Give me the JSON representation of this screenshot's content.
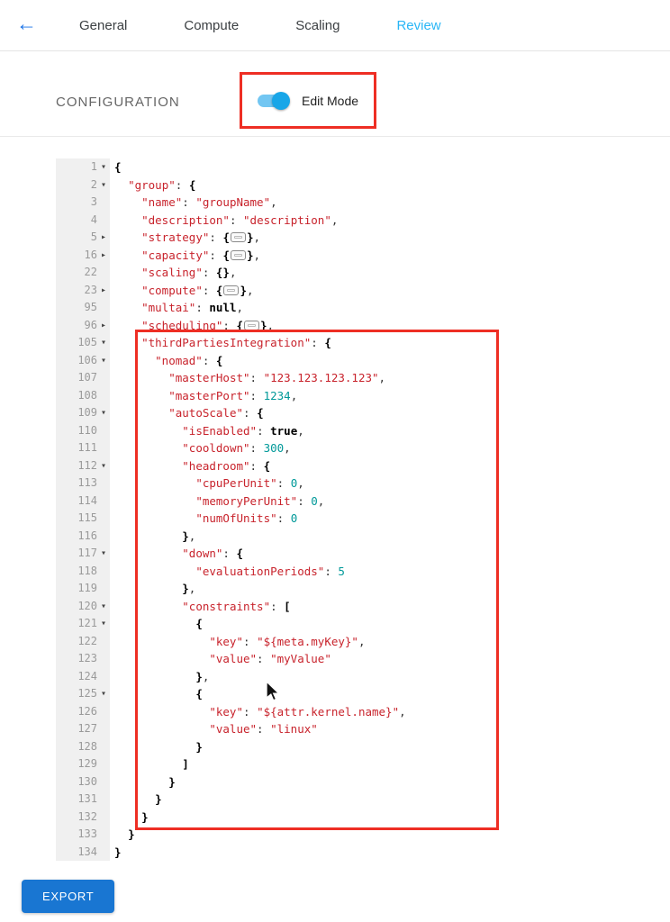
{
  "icons": {
    "back": "←",
    "fold_open": "▾",
    "fold_closed": "▸"
  },
  "nav": {
    "tabs": [
      {
        "label": "General",
        "active": false
      },
      {
        "label": "Compute",
        "active": false
      },
      {
        "label": "Scaling",
        "active": false
      },
      {
        "label": "Review",
        "active": true
      }
    ]
  },
  "config": {
    "title": "CONFIGURATION",
    "edit_mode_label": "Edit Mode",
    "edit_mode_state": "on"
  },
  "export_button": {
    "label": "EXPORT"
  },
  "colors": {
    "tab_active": "#29b6f6",
    "accent_blue": "#1a73e8",
    "syntax_string": "#c8232c",
    "syntax_number": "#009999",
    "annotation_red": "#ee2e24",
    "button_blue": "#1976d2",
    "gutter_bg": "#f0f0f0"
  },
  "editor": {
    "rows": [
      {
        "n": "1",
        "f": "o",
        "t": [
          [
            "b",
            "{"
          ]
        ]
      },
      {
        "n": "2",
        "f": "o",
        "t": [
          [
            "i",
            "  "
          ],
          [
            "k",
            "\"group\""
          ],
          [
            "c",
            ": "
          ],
          [
            "b",
            "{"
          ]
        ]
      },
      {
        "n": "3",
        "f": "",
        "t": [
          [
            "i",
            "    "
          ],
          [
            "k",
            "\"name\""
          ],
          [
            "c",
            ": "
          ],
          [
            "s",
            "\"groupName\""
          ],
          [
            "c",
            ","
          ]
        ]
      },
      {
        "n": "4",
        "f": "",
        "t": [
          [
            "i",
            "    "
          ],
          [
            "k",
            "\"description\""
          ],
          [
            "c",
            ": "
          ],
          [
            "s",
            "\"description\""
          ],
          [
            "c",
            ","
          ]
        ]
      },
      {
        "n": "5",
        "f": "c",
        "t": [
          [
            "i",
            "    "
          ],
          [
            "k",
            "\"strategy\""
          ],
          [
            "c",
            ": "
          ],
          [
            "b",
            "{"
          ],
          [
            "w",
            ""
          ],
          [
            "b",
            "}"
          ],
          [
            "c",
            ","
          ]
        ]
      },
      {
        "n": "16",
        "f": "c",
        "t": [
          [
            "i",
            "    "
          ],
          [
            "k",
            "\"capacity\""
          ],
          [
            "c",
            ": "
          ],
          [
            "b",
            "{"
          ],
          [
            "w",
            ""
          ],
          [
            "b",
            "}"
          ],
          [
            "c",
            ","
          ]
        ]
      },
      {
        "n": "22",
        "f": "",
        "t": [
          [
            "i",
            "    "
          ],
          [
            "k",
            "\"scaling\""
          ],
          [
            "c",
            ": "
          ],
          [
            "b",
            "{}"
          ],
          [
            "c",
            ","
          ]
        ]
      },
      {
        "n": "23",
        "f": "c",
        "t": [
          [
            "i",
            "    "
          ],
          [
            "k",
            "\"compute\""
          ],
          [
            "c",
            ": "
          ],
          [
            "b",
            "{"
          ],
          [
            "w",
            ""
          ],
          [
            "b",
            "}"
          ],
          [
            "c",
            ","
          ]
        ]
      },
      {
        "n": "95",
        "f": "",
        "t": [
          [
            "i",
            "    "
          ],
          [
            "k",
            "\"multai\""
          ],
          [
            "c",
            ": "
          ],
          [
            "v",
            "null"
          ],
          [
            "c",
            ","
          ]
        ]
      },
      {
        "n": "96",
        "f": "c",
        "t": [
          [
            "i",
            "    "
          ],
          [
            "k",
            "\"scheduling\""
          ],
          [
            "c",
            ": "
          ],
          [
            "b",
            "{"
          ],
          [
            "w",
            ""
          ],
          [
            "b",
            "}"
          ],
          [
            "c",
            ","
          ]
        ]
      },
      {
        "n": "105",
        "f": "o",
        "t": [
          [
            "i",
            "    "
          ],
          [
            "k",
            "\"thirdPartiesIntegration\""
          ],
          [
            "c",
            ": "
          ],
          [
            "b",
            "{"
          ]
        ]
      },
      {
        "n": "106",
        "f": "o",
        "t": [
          [
            "i",
            "      "
          ],
          [
            "k",
            "\"nomad\""
          ],
          [
            "c",
            ": "
          ],
          [
            "b",
            "{"
          ]
        ]
      },
      {
        "n": "107",
        "f": "",
        "t": [
          [
            "i",
            "        "
          ],
          [
            "k",
            "\"masterHost\""
          ],
          [
            "c",
            ": "
          ],
          [
            "s",
            "\"123.123.123.123\""
          ],
          [
            "c",
            ","
          ]
        ]
      },
      {
        "n": "108",
        "f": "",
        "t": [
          [
            "i",
            "        "
          ],
          [
            "k",
            "\"masterPort\""
          ],
          [
            "c",
            ": "
          ],
          [
            "n",
            "1234"
          ],
          [
            "c",
            ","
          ]
        ]
      },
      {
        "n": "109",
        "f": "o",
        "t": [
          [
            "i",
            "        "
          ],
          [
            "k",
            "\"autoScale\""
          ],
          [
            "c",
            ": "
          ],
          [
            "b",
            "{"
          ]
        ]
      },
      {
        "n": "110",
        "f": "",
        "t": [
          [
            "i",
            "          "
          ],
          [
            "k",
            "\"isEnabled\""
          ],
          [
            "c",
            ": "
          ],
          [
            "v",
            "true"
          ],
          [
            "c",
            ","
          ]
        ]
      },
      {
        "n": "111",
        "f": "",
        "t": [
          [
            "i",
            "          "
          ],
          [
            "k",
            "\"cooldown\""
          ],
          [
            "c",
            ": "
          ],
          [
            "n",
            "300"
          ],
          [
            "c",
            ","
          ]
        ]
      },
      {
        "n": "112",
        "f": "o",
        "t": [
          [
            "i",
            "          "
          ],
          [
            "k",
            "\"headroom\""
          ],
          [
            "c",
            ": "
          ],
          [
            "b",
            "{"
          ]
        ]
      },
      {
        "n": "113",
        "f": "",
        "t": [
          [
            "i",
            "            "
          ],
          [
            "k",
            "\"cpuPerUnit\""
          ],
          [
            "c",
            ": "
          ],
          [
            "n",
            "0"
          ],
          [
            "c",
            ","
          ]
        ]
      },
      {
        "n": "114",
        "f": "",
        "t": [
          [
            "i",
            "            "
          ],
          [
            "k",
            "\"memoryPerUnit\""
          ],
          [
            "c",
            ": "
          ],
          [
            "n",
            "0"
          ],
          [
            "c",
            ","
          ]
        ]
      },
      {
        "n": "115",
        "f": "",
        "t": [
          [
            "i",
            "            "
          ],
          [
            "k",
            "\"numOfUnits\""
          ],
          [
            "c",
            ": "
          ],
          [
            "n",
            "0"
          ]
        ]
      },
      {
        "n": "116",
        "f": "",
        "t": [
          [
            "i",
            "          "
          ],
          [
            "b",
            "}"
          ],
          [
            "c",
            ","
          ]
        ]
      },
      {
        "n": "117",
        "f": "o",
        "t": [
          [
            "i",
            "          "
          ],
          [
            "k",
            "\"down\""
          ],
          [
            "c",
            ": "
          ],
          [
            "b",
            "{"
          ]
        ]
      },
      {
        "n": "118",
        "f": "",
        "t": [
          [
            "i",
            "            "
          ],
          [
            "k",
            "\"evaluationPeriods\""
          ],
          [
            "c",
            ": "
          ],
          [
            "n",
            "5"
          ]
        ]
      },
      {
        "n": "119",
        "f": "",
        "t": [
          [
            "i",
            "          "
          ],
          [
            "b",
            "}"
          ],
          [
            "c",
            ","
          ]
        ]
      },
      {
        "n": "120",
        "f": "o",
        "t": [
          [
            "i",
            "          "
          ],
          [
            "k",
            "\"constraints\""
          ],
          [
            "c",
            ": "
          ],
          [
            "b",
            "["
          ]
        ]
      },
      {
        "n": "121",
        "f": "o",
        "t": [
          [
            "i",
            "            "
          ],
          [
            "b",
            "{"
          ]
        ]
      },
      {
        "n": "122",
        "f": "",
        "t": [
          [
            "i",
            "              "
          ],
          [
            "k",
            "\"key\""
          ],
          [
            "c",
            ": "
          ],
          [
            "s",
            "\"${meta.myKey}\""
          ],
          [
            "c",
            ","
          ]
        ]
      },
      {
        "n": "123",
        "f": "",
        "t": [
          [
            "i",
            "              "
          ],
          [
            "k",
            "\"value\""
          ],
          [
            "c",
            ": "
          ],
          [
            "s",
            "\"myValue\""
          ]
        ]
      },
      {
        "n": "124",
        "f": "",
        "t": [
          [
            "i",
            "            "
          ],
          [
            "b",
            "}"
          ],
          [
            "c",
            ","
          ]
        ]
      },
      {
        "n": "125",
        "f": "o",
        "t": [
          [
            "i",
            "            "
          ],
          [
            "b",
            "{"
          ]
        ]
      },
      {
        "n": "126",
        "f": "",
        "t": [
          [
            "i",
            "              "
          ],
          [
            "k",
            "\"key\""
          ],
          [
            "c",
            ": "
          ],
          [
            "s",
            "\"${attr.kernel.name}\""
          ],
          [
            "c",
            ","
          ]
        ]
      },
      {
        "n": "127",
        "f": "",
        "t": [
          [
            "i",
            "              "
          ],
          [
            "k",
            "\"value\""
          ],
          [
            "c",
            ": "
          ],
          [
            "s",
            "\"linux\""
          ]
        ]
      },
      {
        "n": "128",
        "f": "",
        "t": [
          [
            "i",
            "            "
          ],
          [
            "b",
            "}"
          ]
        ]
      },
      {
        "n": "129",
        "f": "",
        "t": [
          [
            "i",
            "          "
          ],
          [
            "b",
            "]"
          ]
        ]
      },
      {
        "n": "130",
        "f": "",
        "t": [
          [
            "i",
            "        "
          ],
          [
            "b",
            "}"
          ]
        ]
      },
      {
        "n": "131",
        "f": "",
        "t": [
          [
            "i",
            "      "
          ],
          [
            "b",
            "}"
          ]
        ]
      },
      {
        "n": "132",
        "f": "",
        "t": [
          [
            "i",
            "    "
          ],
          [
            "b",
            "}"
          ]
        ]
      },
      {
        "n": "133",
        "f": "",
        "t": [
          [
            "i",
            "  "
          ],
          [
            "b",
            "}"
          ]
        ]
      },
      {
        "n": "134",
        "f": "",
        "t": [
          [
            "b",
            "}"
          ]
        ]
      }
    ]
  }
}
